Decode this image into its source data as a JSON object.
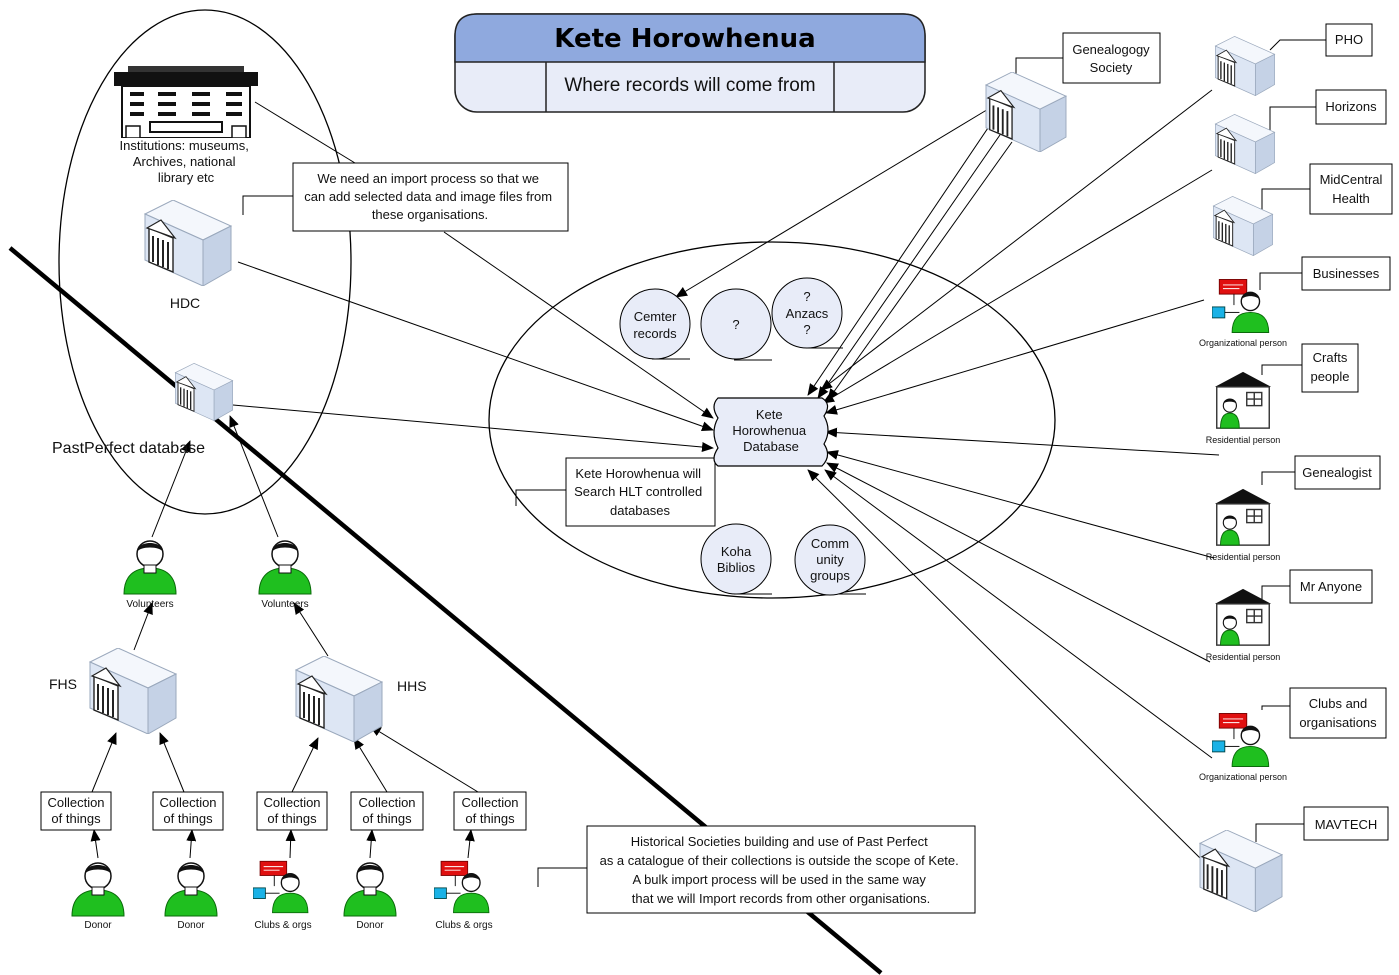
{
  "title": {
    "main": "Kete Horowhenua",
    "sub": "Where records will come from"
  },
  "colors": {
    "title_header": "#8fa9de",
    "title_body": "#e8ecf8",
    "person_green": "#1fbf1f",
    "alert_red": "#e01010",
    "server_face": "#dde6f4",
    "accent_cyan": "#1ab2e6"
  },
  "left_group": {
    "institutions_label": [
      "Institutions: museums,",
      "Archives, national",
      "library etc"
    ],
    "hdc_label": "HDC",
    "pastperfect_label": "PastPerfect database",
    "fhs_label": "FHS",
    "hhs_label": "HHS",
    "volunteers": [
      "Volunteers",
      "Volunteers"
    ],
    "collections": [
      [
        "Collection",
        "of things"
      ],
      [
        "Collection",
        "of things"
      ],
      [
        "Collection",
        "of things"
      ],
      [
        "Collection",
        "of things"
      ],
      [
        "Collection",
        "of things"
      ]
    ],
    "bottom_labels": [
      "Donor",
      "Donor",
      "Clubs & orgs",
      "Donor",
      "Clubs & orgs"
    ]
  },
  "notes": {
    "import": [
      "We need an import process so that we",
      "can add selected data and image files from",
      "these organisations."
    ],
    "search": [
      "Kete Horowhenua will",
      "Search HLT controlled",
      "databases"
    ],
    "historical": [
      "Historical Societies building and use of Past Perfect",
      "as a catalogue of their collections is outside the scope of Kete.",
      "A bulk import process will be used in the same way",
      "that we will Import records from other organisations."
    ]
  },
  "center": {
    "database": [
      "Kete",
      "Horowhenua",
      "Database"
    ],
    "circles": [
      [
        "Cemter",
        "records"
      ],
      [
        "?"
      ],
      [
        "?",
        "Anzacs",
        "?"
      ],
      [
        "Koha",
        "Biblios"
      ],
      [
        "Comm",
        "unity",
        "groups"
      ]
    ]
  },
  "right_sources": {
    "genealogy_society": [
      "Genealogogy",
      "Society"
    ],
    "pho": "PHO",
    "horizons": "Horizons",
    "midcentral": [
      "MidCentral",
      "Health"
    ],
    "businesses": "Businesses",
    "org_person_1": "Organizational person",
    "crafts": [
      "Crafts",
      "people"
    ],
    "res_person_1": "Residential person",
    "genealogist": "Genealogist",
    "res_person_2": "Residential person",
    "mr_anyone": "Mr Anyone",
    "res_person_3": "Residential person",
    "clubs": [
      "Clubs and",
      "organisations"
    ],
    "org_person_2": "Organizational person",
    "mavtech": "MAVTECH"
  }
}
